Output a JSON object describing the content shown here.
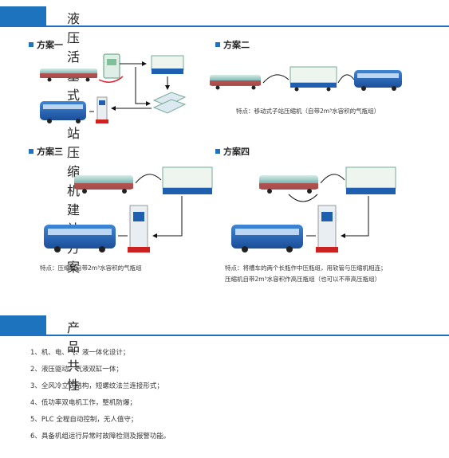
{
  "header": {
    "title": "液压活塞式子站压缩机建站方案"
  },
  "schemes": [
    {
      "label": "方案一",
      "note": ""
    },
    {
      "label": "方案二",
      "note": "特点：移动式子站压缩机（自带2m³水容积的气瓶组）"
    },
    {
      "label": "方案三",
      "note": "特点：压缩机自带2m³水容积的气瓶组"
    },
    {
      "label": "方案四",
      "note": "特点：将槽车的两个长瓶作中压瓶组，用软管与压缩机相连；",
      "note2": "压缩机自带2m³水容积作高压瓶组（也可以不带高压瓶组）"
    }
  ],
  "features": {
    "title": "产品共性",
    "items": [
      "1、机、电、气、液一体化设计；",
      "2、液压驱动，气液双缸一体；",
      "3、全风冷立式结构，短螺纹法兰连接形式；",
      "4、低功率双电机工作，整机防爆；",
      "5、PLC 全程自动控制，无人值守；",
      "6、具备机组运行异常时故障检测及报警功能。"
    ]
  },
  "colors": {
    "accent": "#1e73be",
    "bus": "#1f5fb0",
    "trailer": "#2b8a8a",
    "container": "#e8f2ec"
  }
}
